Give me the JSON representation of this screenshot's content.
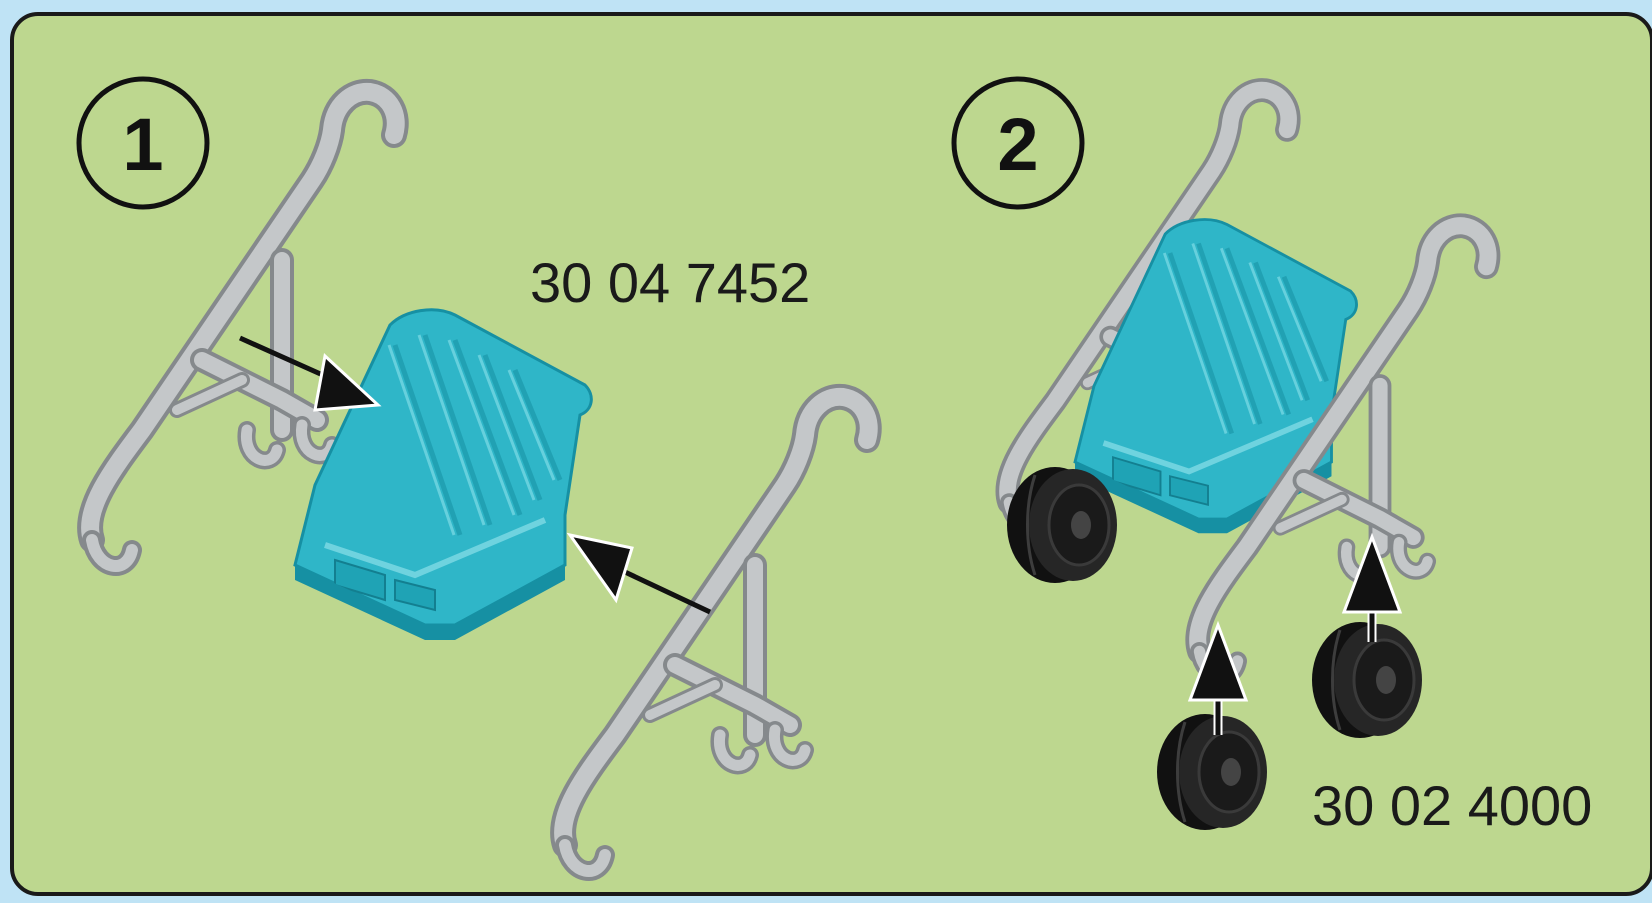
{
  "panel": {
    "background": "#bdd78f",
    "border": "#1a1a1a"
  },
  "step_1": {
    "number": "1",
    "part_number": "30 04 7452"
  },
  "step_2": {
    "number": "2",
    "part_number": "30 02 4000"
  },
  "colors": {
    "seat": "#2fb6c8",
    "seat_dark": "#1690a3",
    "frame": "#b9bcbe",
    "frame_dark": "#85898c",
    "wheel": "#1c1c1c",
    "arrow": "#111111"
  },
  "icons": [
    "stroller-frame-icon",
    "stroller-seat-icon",
    "wheel-icon",
    "assembly-arrow-icon"
  ]
}
